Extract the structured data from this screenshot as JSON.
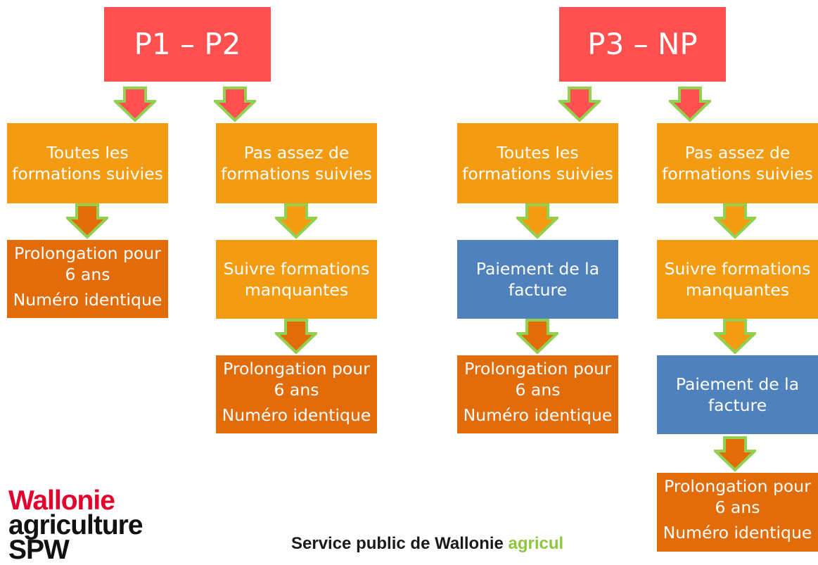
{
  "colors": {
    "header": "#ff5050",
    "amber": "#f39c12",
    "dark_orange": "#e36c0a",
    "blue": "#4f81bd",
    "arrow_fill": "#e36c0a",
    "arrow_fill_red": "#ff5050",
    "arrow_stroke": "#92d050",
    "logo_red": "#e4002b"
  },
  "left": {
    "header": "P1 – P2",
    "col1": {
      "box1": [
        "Toutes les",
        "formations suivies"
      ],
      "result": [
        "Prolongation pour",
        "6 ans",
        "Numéro identique"
      ]
    },
    "col2": {
      "box1": [
        "Pas assez de",
        "formations suivies"
      ],
      "box2": [
        "Suivre formations",
        "manquantes"
      ],
      "result": [
        "Prolongation pour",
        "6 ans",
        "Numéro identique"
      ]
    }
  },
  "right": {
    "header": "P3 – NP",
    "col3": {
      "box1": [
        "Toutes les",
        "formations suivies"
      ],
      "box2": [
        "Paiement de la",
        "facture"
      ],
      "result": [
        "Prolongation pour",
        "6 ans",
        "Numéro identique"
      ]
    },
    "col4": {
      "box1": [
        "Pas assez de",
        "formations suivies"
      ],
      "box2": [
        "Suivre formations",
        "manquantes"
      ],
      "box3": [
        "Paiement de la",
        "facture"
      ],
      "result": [
        "Prolongation pour",
        "6 ans",
        "Numéro identique"
      ]
    }
  },
  "logo": {
    "line1": "Wallonie",
    "line2": "agriculture",
    "line3": "SPW"
  },
  "footer": {
    "text_main": "Service public de Wallonie ",
    "text_green": "agricul"
  }
}
